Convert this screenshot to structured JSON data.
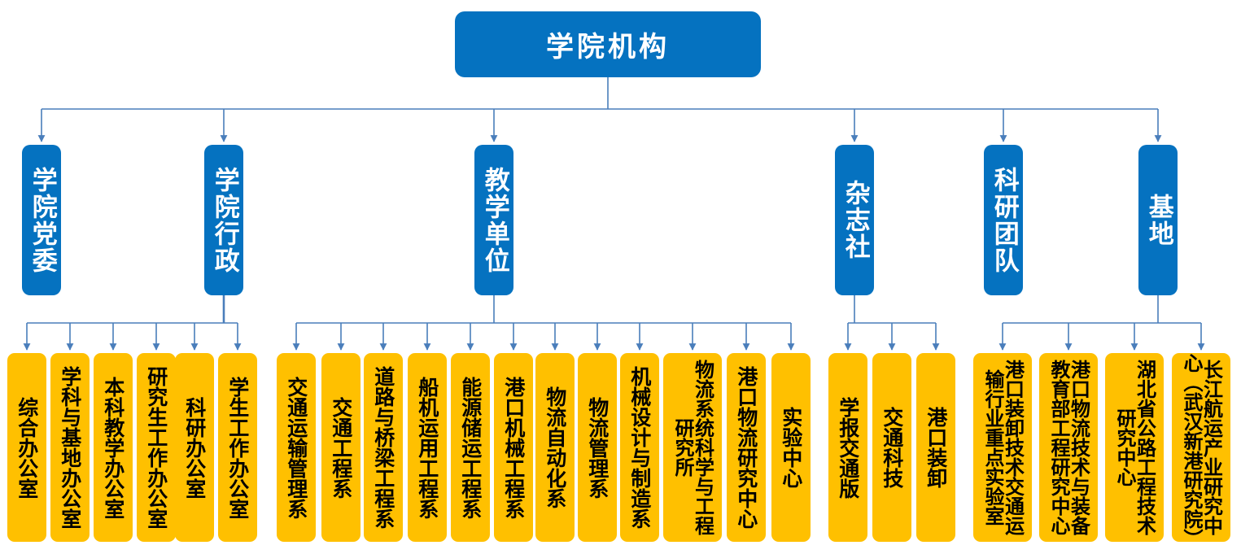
{
  "colors": {
    "node_blue": "#0572C0",
    "node_yellow": "#FFC000",
    "connector_blue": "#4A7EBB",
    "text_light": "#FFFFFF",
    "text_dark": "#000000",
    "background": "#FFFFFF"
  },
  "root": {
    "label": "学院机构"
  },
  "branches": [
    {
      "key": "party",
      "label": "学院党委",
      "children": []
    },
    {
      "key": "admin",
      "label": "学院行政",
      "children": [
        {
          "label": "综合办公室"
        },
        {
          "label": "学科与基地办公室"
        },
        {
          "label": "本科教学办公室"
        },
        {
          "label": "研究生工作办公室"
        },
        {
          "label": "科研办公室"
        },
        {
          "label": "学生工作办公室"
        }
      ]
    },
    {
      "key": "teaching",
      "label": "教学单位",
      "children": [
        {
          "label": "交通运输管理系"
        },
        {
          "label": "交通工程系"
        },
        {
          "label": "道路与桥梁工程系"
        },
        {
          "label": "船机运用工程系"
        },
        {
          "label": "能源储运工程系"
        },
        {
          "label": "港口机械工程系"
        },
        {
          "label": "物流自动化系"
        },
        {
          "label": "物流管理系"
        },
        {
          "label": "机械设计与制造系"
        },
        {
          "label": "物流系统科学与工程研究所"
        },
        {
          "label": "港口物流研究中心"
        },
        {
          "label": "实验中心"
        }
      ]
    },
    {
      "key": "journals",
      "label": "杂志社",
      "children": [
        {
          "label": "学报交通版"
        },
        {
          "label": "交通科技"
        },
        {
          "label": "港口装卸"
        }
      ]
    },
    {
      "key": "research-teams",
      "label": "科研团队",
      "children": []
    },
    {
      "key": "bases",
      "label": "基地",
      "children": [
        {
          "label": "港口装卸技术交通运输行业重点实验室"
        },
        {
          "label": "港口物流技术与装备教育部工程研究中心"
        },
        {
          "label": "湖北省公路工程技术研究中心"
        },
        {
          "label": "长江航运产业研究中心（武汉新港研究院）"
        }
      ]
    }
  ]
}
